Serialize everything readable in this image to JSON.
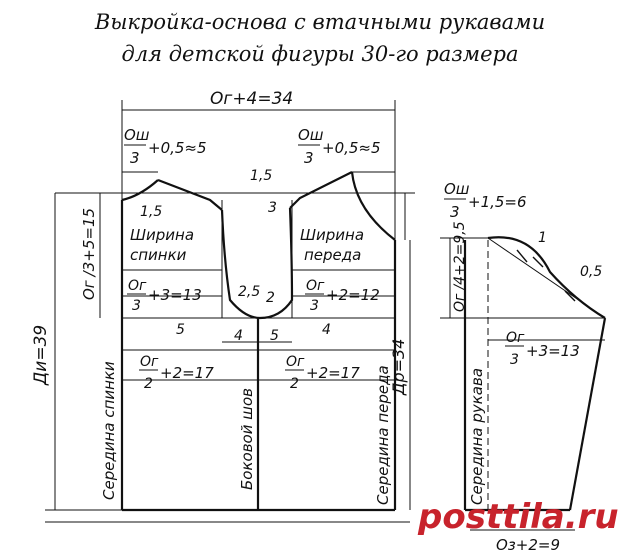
{
  "title": {
    "line1": "Выкройка-основа с втачными рукавами",
    "line2": "для детской фигуры 30-го размера"
  },
  "labels": {
    "og_total": "Ог+4=34",
    "osh_num": "Ош",
    "osh_den": "3",
    "back_neck_suffix": "+0,5≈5",
    "front_neck_suffix": "+0,5≈5",
    "shoulder_suffix": "+1,5=6",
    "back_width_1": "Ширина",
    "back_width_2": "спинки",
    "front_width_1": "Ширина",
    "front_width_2": "переда",
    "og_num": "Ог",
    "og3_den": "3",
    "armhole_depth_suffix": "+5=15",
    "back_width_suffix": "+3=13",
    "front_width_suffix": "+2=12",
    "og2_den": "2",
    "back_half_suffix": "+2=17",
    "front_half_suffix": "+2=17",
    "og4_den": "4",
    "sleeve_cap_suffix": "+2=9,5",
    "sleeve_width_suffix": "+3=13",
    "di": "Ди=39",
    "dr": "Др=34",
    "mid_back": "Середина спинки",
    "side_seam": "Боковой шов",
    "mid_front": "Середина переда",
    "mid_sleeve": "Середина рукава",
    "v_1_5a": "1,5",
    "v_1_5b": "1,5",
    "v_3": "3",
    "v_2_5": "2,5",
    "v_2": "2",
    "v_4a": "4",
    "v_4b": "4",
    "v_5a": "5",
    "v_5b": "5",
    "v_1": "1",
    "v_0_5": "0,5",
    "wrist": "Оз+2=9"
  },
  "watermark": "posttila.ru"
}
